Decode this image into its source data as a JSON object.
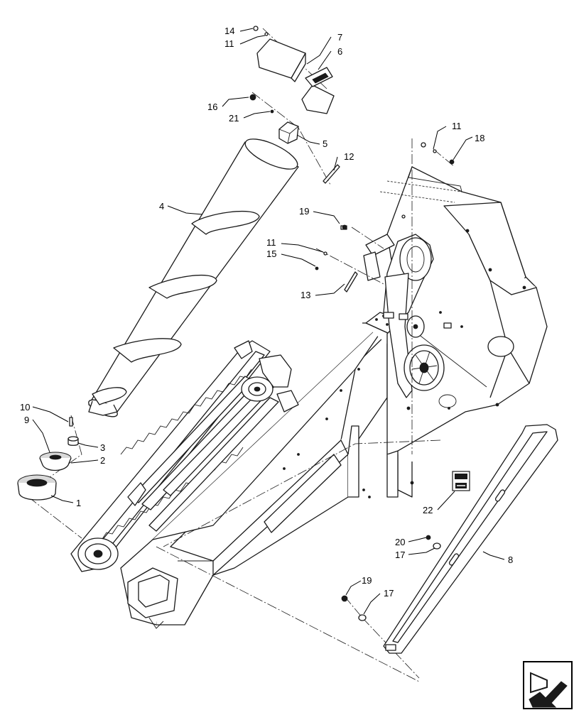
{
  "callouts": {
    "c1": "1",
    "c2": "2",
    "c3": "3",
    "c4": "4",
    "c5": "5",
    "c6": "6",
    "c7": "7",
    "c8": "8",
    "c9": "9",
    "c10": "10",
    "c11a": "11",
    "c11b": "11",
    "c11c": "11",
    "c12": "12",
    "c13": "13",
    "c14": "14",
    "c15": "15",
    "c16": "16",
    "c17a": "17",
    "c17b": "17",
    "c18": "18",
    "c19a": "19",
    "c19b": "19",
    "c20": "20",
    "c21": "21",
    "c22": "22"
  },
  "icons": {
    "nav": "navigation-arrow-icon",
    "decal": "decal-label-icon"
  }
}
